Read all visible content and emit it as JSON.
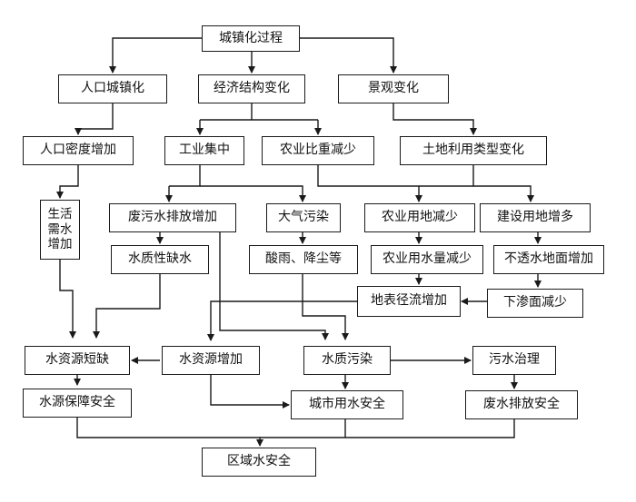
{
  "diagram": {
    "nodes": {
      "urbanization": "城镇化过程",
      "population_urbanization": "人口城镇化",
      "economic_structure": "经济结构变化",
      "landscape_change": "景观变化",
      "population_density": "人口密度增加",
      "industry_concentration": "工业集中",
      "agriculture_decrease": "农业比重减少",
      "land_use_change": "土地利用类型变化",
      "domestic_water": "生活需水增加",
      "wastewater_increase": "废污水排放增加",
      "air_pollution": "大气污染",
      "farmland_decrease": "农业用地减少",
      "construction_increase": "建设用地增多",
      "quality_shortage": "水质性缺水",
      "acid_rain": "酸雨、降尘等",
      "agri_water_decrease": "农业用水量减少",
      "impervious_increase": "不透水地面增加",
      "runoff_increase": "地表径流增加",
      "infiltration_decrease": "下渗面减少",
      "water_shortage": "水资源短缺",
      "water_increase": "水资源增加",
      "water_pollution": "水质污染",
      "sewage_treatment": "污水治理",
      "source_security": "水源保障安全",
      "urban_water_security": "城市用水安全",
      "discharge_security": "废水排放安全",
      "regional_security": "区域水安全"
    }
  }
}
